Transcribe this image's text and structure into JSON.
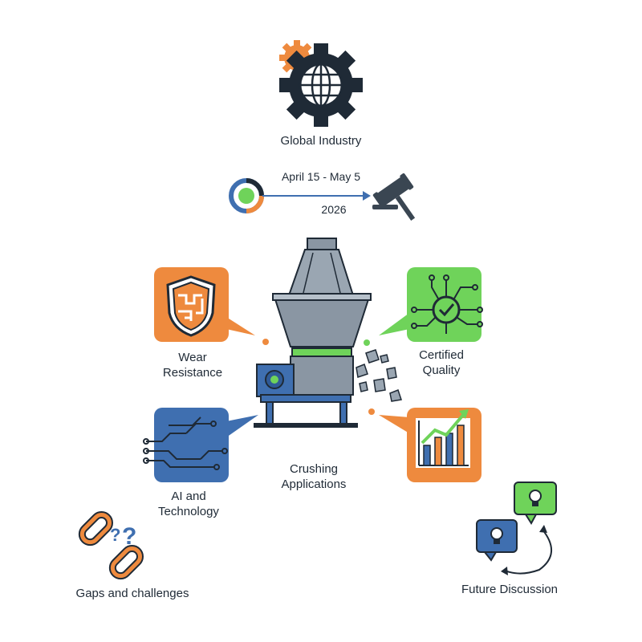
{
  "title": "Global Industry",
  "timeline": {
    "dates": "April 15 - May 5",
    "year": "2026"
  },
  "center": {
    "line1": "Crushing",
    "line2": "Applications"
  },
  "features": {
    "wear": {
      "line1": "Wear",
      "line2": "Resistance"
    },
    "quality": {
      "line1": "Certified",
      "line2": "Quality"
    },
    "ai": {
      "line1": "AI and",
      "line2": "Technology"
    }
  },
  "gaps": "Gaps and challenges",
  "future": "Future Discussion",
  "icons": [
    "gear-globe-icon",
    "progress-ring-icon",
    "gavel-icon",
    "shield-icon",
    "circuit-check-icon",
    "circuit-icon",
    "growth-chart-icon",
    "crusher-machine-icon",
    "broken-chain-icon",
    "question-marks-icon",
    "lightbulb-chat-icon"
  ],
  "colors": {
    "orange": "#ee8a3e",
    "green": "#6fd35a",
    "blue": "#3f6fb0",
    "navy": "#1f2a36",
    "steel": "#8a96a3"
  }
}
